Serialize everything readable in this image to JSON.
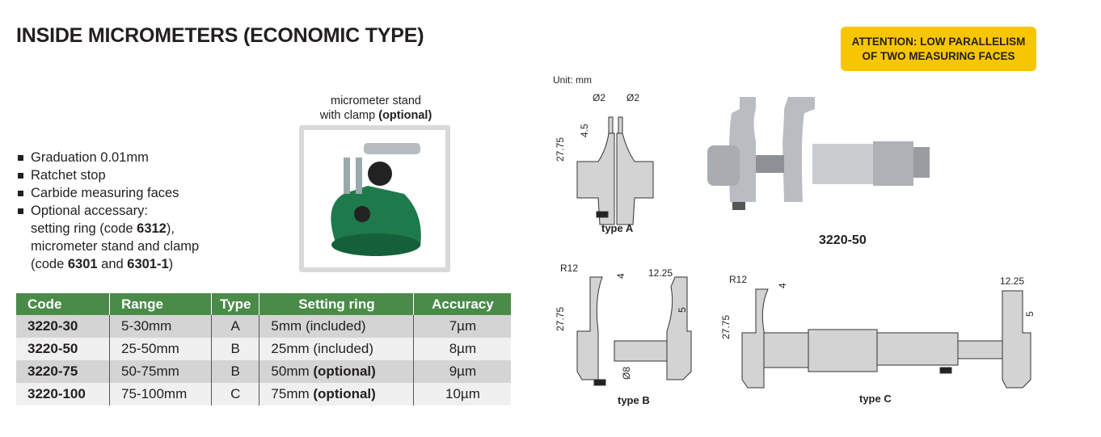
{
  "title": "INSIDE MICROMETERS (ECONOMIC TYPE)",
  "attention": [
    "ATTENTION: LOW PARALLELISM",
    "OF TWO MEASURING FACES"
  ],
  "features": {
    "graduation": "Graduation 0.01mm",
    "ratchet": "Ratchet stop",
    "carbide": "Carbide measuring faces",
    "accessory": "Optional accessary:",
    "line1a": "setting ring (code ",
    "line1b": "6312",
    "line1c": "),",
    "line2": "micrometer stand and clamp",
    "line3a": "(code ",
    "line3b": "6301",
    "line3c": " and ",
    "line3d": "6301-1",
    "line3e": ")"
  },
  "stand_caption": {
    "line1": "micrometer stand",
    "line2a": "with clamp ",
    "line2b": "(optional)"
  },
  "table": {
    "headers": [
      "Code",
      "Range",
      "Type",
      "Setting ring",
      "Accuracy"
    ],
    "rows": [
      {
        "code": "3220-30",
        "range": "5-30mm",
        "type": "A",
        "ring": "5mm",
        "ring_note": "(included)",
        "acc": "7µm"
      },
      {
        "code": "3220-50",
        "range": "25-50mm",
        "type": "B",
        "ring": "25mm",
        "ring_note": "(included)",
        "acc": "8µm"
      },
      {
        "code": "3220-75",
        "range": "50-75mm",
        "type": "B",
        "ring": "50mm",
        "ring_note": "(optional)",
        "acc": "9µm"
      },
      {
        "code": "3220-100",
        "range": "75-100mm",
        "type": "C",
        "ring": "75mm",
        "ring_note": "(optional)",
        "acc": "10µm"
      }
    ]
  },
  "diagrams": {
    "unit": "Unit: mm",
    "a": {
      "d1": "Ø2",
      "d2": "Ø2",
      "h1": "4.5",
      "h2": "27.75",
      "label": "type A"
    },
    "photo_label": "3220-50",
    "b": {
      "r": "R12",
      "t": "4",
      "w": "12.25",
      "h": "27.75",
      "s": "5",
      "d": "Ø8",
      "label": "type B"
    },
    "c": {
      "r": "R12",
      "t": "4",
      "w": "12.25",
      "h": "27.75",
      "s": "5",
      "label": "type C"
    }
  },
  "colors": {
    "header_green": "#4a8b49",
    "attention_yellow": "#f7c600",
    "stand_green": "#1e7a4a"
  }
}
